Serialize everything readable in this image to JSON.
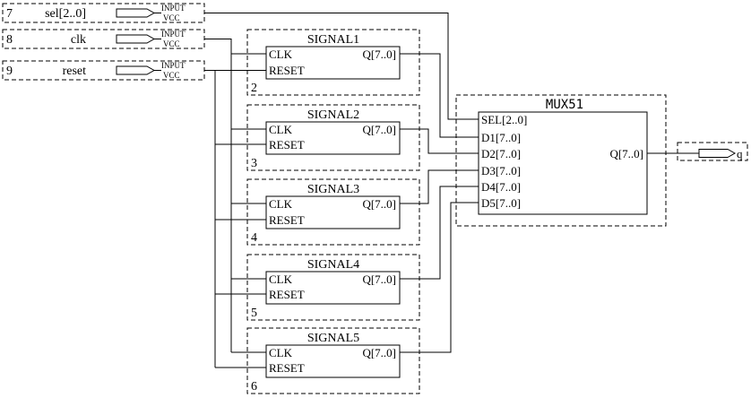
{
  "inputs": [
    {
      "num": "7",
      "name": "sel[2..0]",
      "type": "INPUT",
      "vcc": "VCC"
    },
    {
      "num": "8",
      "name": "clk",
      "type": "INPUT",
      "vcc": "VCC"
    },
    {
      "num": "9",
      "name": "reset",
      "type": "INPUT",
      "vcc": "VCC"
    }
  ],
  "signals": [
    {
      "title": "SIGNAL1",
      "clk": "CLK",
      "reset": "RESET",
      "q": "Q[7..0]",
      "num": "2"
    },
    {
      "title": "SIGNAL2",
      "clk": "CLK",
      "reset": "RESET",
      "q": "Q[7..0]",
      "num": "3"
    },
    {
      "title": "SIGNAL3",
      "clk": "CLK",
      "reset": "RESET",
      "q": "Q[7..0]",
      "num": "4"
    },
    {
      "title": "SIGNAL4",
      "clk": "CLK",
      "reset": "RESET",
      "q": "Q[7..0]",
      "num": "5"
    },
    {
      "title": "SIGNAL5",
      "clk": "CLK",
      "reset": "RESET",
      "q": "Q[7..0]",
      "num": "6"
    }
  ],
  "mux": {
    "title": "MUX51",
    "ports": [
      "SEL[2..0]",
      "D1[7..0]",
      "D2[7..0]",
      "D3[7..0]",
      "D4[7..0]",
      "D5[7..0]"
    ],
    "out": "Q[7..0]"
  },
  "output": {
    "name": "q"
  }
}
